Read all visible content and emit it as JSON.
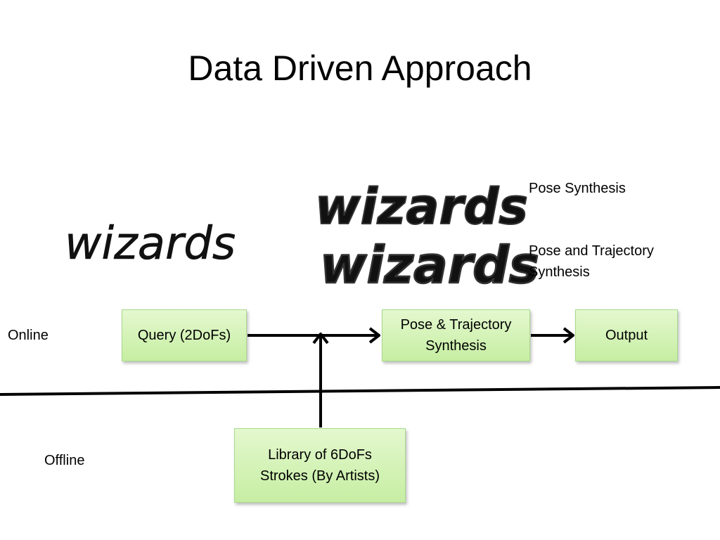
{
  "slide": {
    "title": "Data Driven Approach"
  },
  "labels": {
    "online": "Online",
    "offline": "Offline",
    "pose_synthesis": "Pose Synthesis",
    "pose_traj_line1": "Pose and Trajectory",
    "pose_traj_line2": "Synthesis"
  },
  "boxes": {
    "query": "Query (2DoFs)",
    "synth_line1": "Pose & Trajectory",
    "synth_line2": "Synthesis",
    "output": "Output",
    "library_line1": "Library of 6DoFs",
    "library_line2": "Strokes (By Artists)"
  },
  "handwriting": {
    "input": "wizards",
    "pose": "wizards",
    "pose_trajectory": "wizards"
  },
  "colors": {
    "box_fill": "#d2f2b4",
    "box_border": "#a9d98c",
    "line": "#000000"
  }
}
